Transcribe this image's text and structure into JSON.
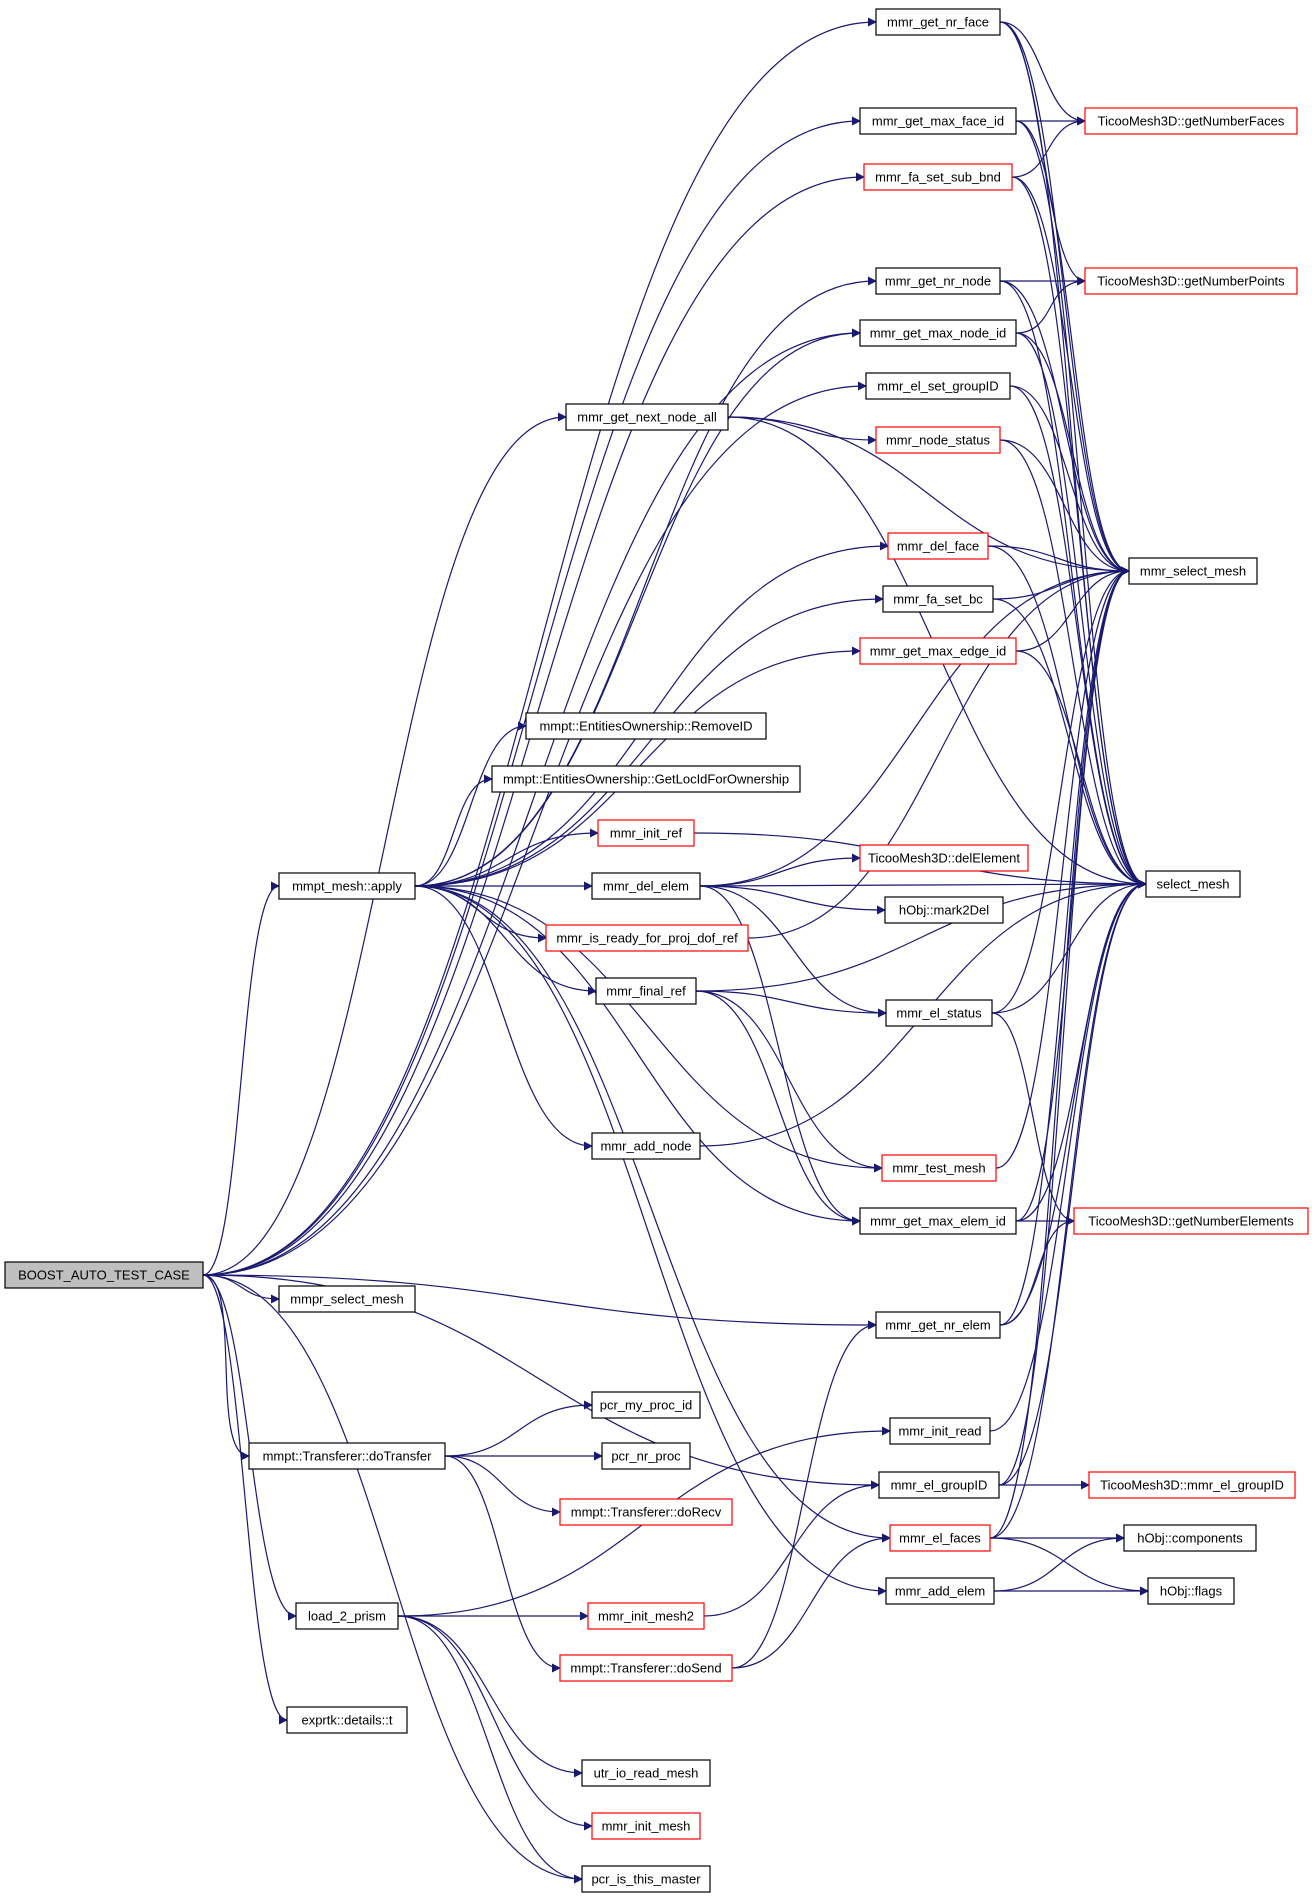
{
  "graph": {
    "edge_color": "#191970",
    "highlight_border_color": "#ff0000",
    "root_fill": "#bfbfbf",
    "nodes": [
      {
        "id": "root",
        "label": "BOOST_AUTO_TEST_CASE",
        "style": "root"
      },
      {
        "id": "mmr_get_nr_face",
        "label": "mmr_get_nr_face",
        "style": "normal"
      },
      {
        "id": "mmr_get_max_face_id",
        "label": "mmr_get_max_face_id",
        "style": "normal"
      },
      {
        "id": "getNumberFaces",
        "label": "TicooMesh3D::getNumberFaces",
        "style": "red"
      },
      {
        "id": "mmr_fa_set_sub_bnd",
        "label": "mmr_fa_set_sub_bnd",
        "style": "red"
      },
      {
        "id": "mmr_get_nr_node",
        "label": "mmr_get_nr_node",
        "style": "normal"
      },
      {
        "id": "getNumberPoints",
        "label": "TicooMesh3D::getNumberPoints",
        "style": "red"
      },
      {
        "id": "mmr_get_max_node_id",
        "label": "mmr_get_max_node_id",
        "style": "normal"
      },
      {
        "id": "mmr_el_set_groupID",
        "label": "mmr_el_set_groupID",
        "style": "normal"
      },
      {
        "id": "mmr_get_next_node_all",
        "label": "mmr_get_next_node_all",
        "style": "normal"
      },
      {
        "id": "mmr_node_status",
        "label": "mmr_node_status",
        "style": "red"
      },
      {
        "id": "mmr_del_face",
        "label": "mmr_del_face",
        "style": "red"
      },
      {
        "id": "mmr_select_mesh",
        "label": "mmr_select_mesh",
        "style": "normal"
      },
      {
        "id": "mmr_fa_set_bc",
        "label": "mmr_fa_set_bc",
        "style": "normal"
      },
      {
        "id": "mmr_get_max_edge_id",
        "label": "mmr_get_max_edge_id",
        "style": "red"
      },
      {
        "id": "RemoveID",
        "label": "mmpt::EntitiesOwnership::RemoveID",
        "style": "normal"
      },
      {
        "id": "GetLocIdForOwnership",
        "label": "mmpt::EntitiesOwnership::GetLocIdForOwnership",
        "style": "normal"
      },
      {
        "id": "mmr_init_ref",
        "label": "mmr_init_ref",
        "style": "red"
      },
      {
        "id": "select_mesh",
        "label": "select_mesh",
        "style": "normal"
      },
      {
        "id": "mmpt_mesh_apply",
        "label": "mmpt_mesh::apply",
        "style": "normal"
      },
      {
        "id": "mmr_del_elem",
        "label": "mmr_del_elem",
        "style": "normal"
      },
      {
        "id": "delElement",
        "label": "TicooMesh3D::delElement",
        "style": "red"
      },
      {
        "id": "mark2Del",
        "label": "hObj::mark2Del",
        "style": "normal"
      },
      {
        "id": "mmr_is_ready",
        "label": "mmr_is_ready_for_proj_dof_ref",
        "style": "red"
      },
      {
        "id": "mmr_final_ref",
        "label": "mmr_final_ref",
        "style": "normal"
      },
      {
        "id": "mmr_el_status",
        "label": "mmr_el_status",
        "style": "normal"
      },
      {
        "id": "mmr_add_node",
        "label": "mmr_add_node",
        "style": "normal"
      },
      {
        "id": "mmr_test_mesh",
        "label": "mmr_test_mesh",
        "style": "red"
      },
      {
        "id": "mmr_get_max_elem_id",
        "label": "mmr_get_max_elem_id",
        "style": "normal"
      },
      {
        "id": "getNumberElements",
        "label": "TicooMesh3D::getNumberElements",
        "style": "red"
      },
      {
        "id": "mmpr_select_mesh",
        "label": "mmpr_select_mesh",
        "style": "normal"
      },
      {
        "id": "mmr_get_nr_elem",
        "label": "mmr_get_nr_elem",
        "style": "normal"
      },
      {
        "id": "pcr_my_proc_id",
        "label": "pcr_my_proc_id",
        "style": "normal"
      },
      {
        "id": "mmr_init_read",
        "label": "mmr_init_read",
        "style": "normal"
      },
      {
        "id": "doTransfer",
        "label": "mmpt::Transferer::doTransfer",
        "style": "normal"
      },
      {
        "id": "pcr_nr_proc",
        "label": "pcr_nr_proc",
        "style": "normal"
      },
      {
        "id": "mmr_el_groupID",
        "label": "mmr_el_groupID",
        "style": "normal"
      },
      {
        "id": "tc_mmr_el_groupID",
        "label": "TicooMesh3D::mmr_el_groupID",
        "style": "red"
      },
      {
        "id": "doRecv",
        "label": "mmpt::Transferer::doRecv",
        "style": "red"
      },
      {
        "id": "mmr_el_faces",
        "label": "mmr_el_faces",
        "style": "red"
      },
      {
        "id": "components",
        "label": "hObj::components",
        "style": "normal"
      },
      {
        "id": "load_2_prism",
        "label": "load_2_prism",
        "style": "normal"
      },
      {
        "id": "mmr_add_elem",
        "label": "mmr_add_elem",
        "style": "normal"
      },
      {
        "id": "flags",
        "label": "hObj::flags",
        "style": "normal"
      },
      {
        "id": "mmr_init_mesh2",
        "label": "mmr_init_mesh2",
        "style": "red"
      },
      {
        "id": "doSend",
        "label": "mmpt::Transferer::doSend",
        "style": "red"
      },
      {
        "id": "exprtk_t",
        "label": "exprtk::details::t",
        "style": "normal"
      },
      {
        "id": "utr_io_read_mesh",
        "label": "utr_io_read_mesh",
        "style": "normal"
      },
      {
        "id": "mmr_init_mesh",
        "label": "mmr_init_mesh",
        "style": "red"
      },
      {
        "id": "pcr_is_this_master",
        "label": "pcr_is_this_master",
        "style": "normal"
      }
    ]
  }
}
